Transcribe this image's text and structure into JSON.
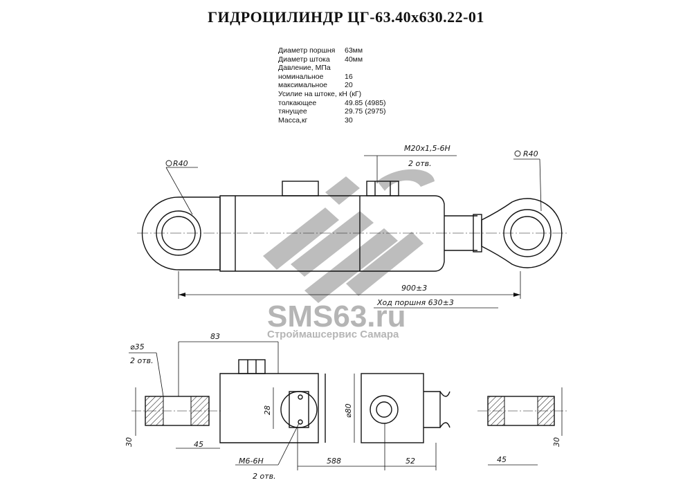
{
  "title": "ГИДРОЦИЛИНДР  ЦГ-63.40х630.22-01",
  "specs": [
    {
      "label": "Диаметр поршня",
      "value": "63мм"
    },
    {
      "label": "Диаметр штока",
      "value": "  40мм"
    },
    {
      "label": "Давление, МПа",
      "value": ""
    },
    {
      "label": "номинальное",
      "value": "  16"
    },
    {
      "label": "максимальное",
      "value": "   20"
    },
    {
      "label": "Усилие на штоке, кН (кГ)",
      "value": ""
    },
    {
      "label": "толкающее",
      "value": "49.85 (4985)"
    },
    {
      "label": "тянущее",
      "value": "29.75 (2975)"
    },
    {
      "label": " Масса,кг",
      "value": "  30"
    }
  ],
  "annotations": {
    "radius_left": "R40",
    "radius_right": "R40",
    "port_thread": "М20х1,5-6Н",
    "port_count": "2 отв.",
    "overall_length": "900±3",
    "stroke": "Ход поршня 630±3",
    "hole_diameter": "⌀35",
    "hole_count": "2 отв.",
    "dim_83": "83",
    "dim_28": "28",
    "dim_80": "⌀80",
    "dim_30_left": "30",
    "dim_30_right": "30",
    "dim_45_left": "45",
    "dim_45_right": "45",
    "bolt_thread": "М6-6Н",
    "bolt_count": "2 отв.",
    "dim_588": "588",
    "dim_52": "52"
  },
  "watermark": {
    "name": "SMS63.ru",
    "subtitle": "Строймашсервис Самара",
    "color": "#b5b5b5"
  },
  "colors": {
    "line": "#111111",
    "background": "#ffffff"
  }
}
